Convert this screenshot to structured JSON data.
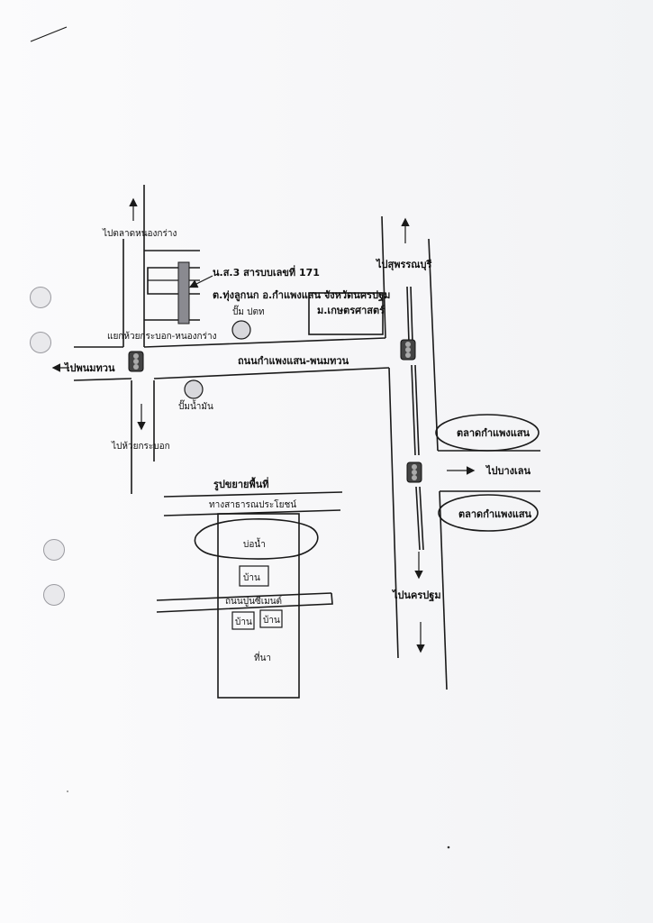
{
  "map": {
    "labels": {
      "to_nong_krang_market": "ไปตลาดหนองกร่าง",
      "land_title": "น.ส.3 สารบบเลขที่ 171",
      "location": "ต.ทุ่งลูกนก อ.กำแพงแสน จังหวัดนครปฐม",
      "gas_station_ptt": "ปั๊ม ปตท",
      "kasetsart_university": "ม.เกษตรศาสตร์",
      "junction": "แยกห้วยกระบอก-หนองกร่าง",
      "to_phanom_thuan": "ไปพนมทวน",
      "road_name": "ถนนกำแพงแสน-พนมทวน",
      "oil_station": "ปั๊มน้ำมัน",
      "to_huai_krabok": "ไปห้วยกระบอก",
      "to_suphanburi": "ไปสุพรรณบุรี",
      "market_1": "ตลาดกำแพงแสน",
      "to_bang_len": "ไปบางเลน",
      "market_2": "ตลาดกำแพงแสน",
      "to_nakhon_pathom": "ไปนครปฐม"
    },
    "inset": {
      "title": "รูปขยายพื้นที่",
      "public_way": "ทางสาธารณประโยชน์",
      "pond": "บ่อน้ำ",
      "house_1": "บ้าน",
      "concrete_road": "ถนนปูนซีเมนต์",
      "house_2": "บ้าน",
      "house_3": "บ้าน",
      "rice_field": "ที่นา"
    },
    "icons": [
      "traffic-light-icon",
      "arrow-icon",
      "gas-station-icon"
    ],
    "colors": {
      "ink": "#1a1a1a",
      "paper": "#f7f7f8",
      "parcel": "#8a8a90"
    }
  }
}
